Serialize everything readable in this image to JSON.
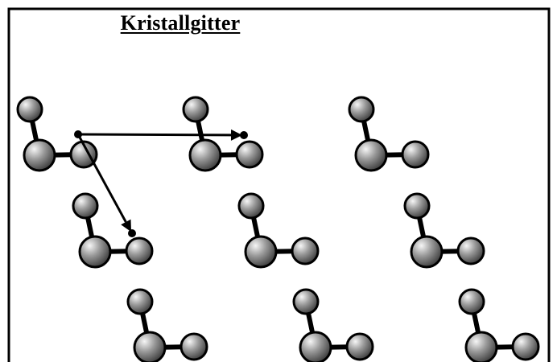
{
  "title": "Kristallgitter",
  "colors": {
    "ink": "#000000",
    "background": "#ffffff",
    "atom_highlight": "#f6f6f6",
    "atom_mid": "#9a9a9a",
    "atom_shadow": "#3a3a3a"
  },
  "lattice": {
    "rows": 3,
    "molecules_per_row": 3,
    "molecule_parts": [
      "top-atom",
      "center-atom",
      "right-atom",
      "bond-vertical",
      "bond-horizontal"
    ]
  },
  "lattice_vectors": {
    "count": 2,
    "style": "arrow-with-dot-endpoints"
  }
}
